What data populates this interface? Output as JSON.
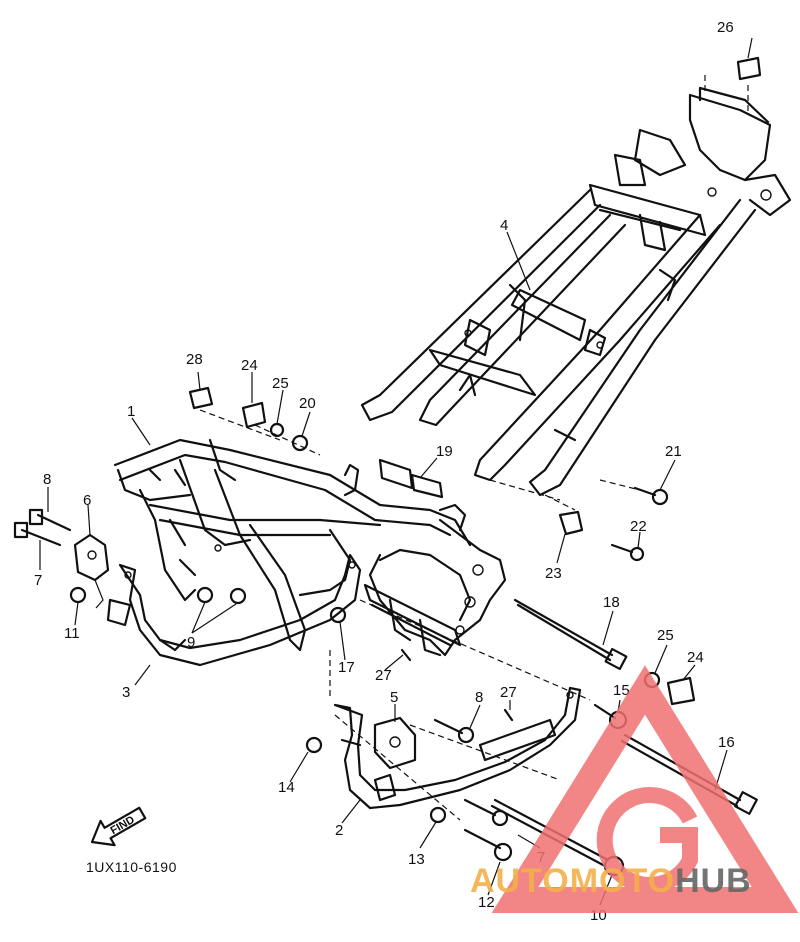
{
  "diagram_code": "1UX110-6190",
  "find_arrow_text": "FIND",
  "callouts": [
    {
      "id": "c1",
      "text": "1"
    },
    {
      "id": "c2",
      "text": "2"
    },
    {
      "id": "c3",
      "text": "3"
    },
    {
      "id": "c4",
      "text": "4"
    },
    {
      "id": "c5",
      "text": "5"
    },
    {
      "id": "c6",
      "text": "6"
    },
    {
      "id": "c7a",
      "text": "7"
    },
    {
      "id": "c7b",
      "text": "7"
    },
    {
      "id": "c8a",
      "text": "8"
    },
    {
      "id": "c8b",
      "text": "8"
    },
    {
      "id": "c9",
      "text": "9"
    },
    {
      "id": "c10",
      "text": "10"
    },
    {
      "id": "c11",
      "text": "11"
    },
    {
      "id": "c12",
      "text": "12"
    },
    {
      "id": "c13",
      "text": "13"
    },
    {
      "id": "c14",
      "text": "14"
    },
    {
      "id": "c15",
      "text": "15"
    },
    {
      "id": "c16",
      "text": "16"
    },
    {
      "id": "c17",
      "text": "17"
    },
    {
      "id": "c18",
      "text": "18"
    },
    {
      "id": "c19",
      "text": "19"
    },
    {
      "id": "c20",
      "text": "20"
    },
    {
      "id": "c21",
      "text": "21"
    },
    {
      "id": "c22",
      "text": "22"
    },
    {
      "id": "c23",
      "text": "23"
    },
    {
      "id": "c24a",
      "text": "24"
    },
    {
      "id": "c24b",
      "text": "24"
    },
    {
      "id": "c25a",
      "text": "25"
    },
    {
      "id": "c25b",
      "text": "25"
    },
    {
      "id": "c26",
      "text": "26"
    },
    {
      "id": "c27a",
      "text": "27"
    },
    {
      "id": "c27b",
      "text": "27"
    },
    {
      "id": "c28",
      "text": "28"
    }
  ],
  "watermark": {
    "part1": "AUTOMOTO",
    "part2": "HUB",
    "color_main": "#f07070",
    "color_accent": "#f5b04a",
    "color_dark": "#666666"
  }
}
